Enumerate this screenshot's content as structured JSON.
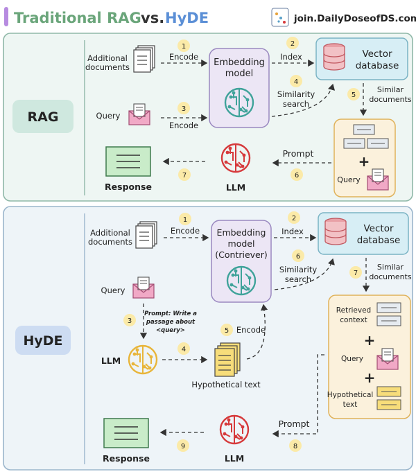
{
  "header": {
    "title_left": "Traditional RAG",
    "title_vs": "vs.",
    "title_right": "HyDE",
    "brand": "join.DailyDoseofDS.com"
  },
  "rag": {
    "label": "RAG",
    "additional_docs": [
      "Additional",
      "documents"
    ],
    "query": "Query",
    "encode1": "Encode",
    "encode3": "Encode",
    "embedding": [
      "Embedding",
      "model"
    ],
    "index": "Index",
    "vector_db": [
      "Vector",
      "database"
    ],
    "similarity": [
      "Similarity",
      "search"
    ],
    "similar_docs": [
      "Similar",
      "documents"
    ],
    "prompt": "Prompt",
    "response": "Response",
    "llm": "LLM",
    "query_in_box": "Query",
    "steps": [
      "1",
      "2",
      "3",
      "4",
      "5",
      "6",
      "7"
    ]
  },
  "hyde": {
    "label": "HyDE",
    "additional_docs": [
      "Additional",
      "documents"
    ],
    "query": "Query",
    "encode1": "Encode",
    "embedding": [
      "Embedding",
      "model",
      "(Contriever)"
    ],
    "index": "Index",
    "vector_db": [
      "Vector",
      "database"
    ],
    "similarity": [
      "Similarity",
      "search"
    ],
    "similar_docs": [
      "Similar",
      "documents"
    ],
    "prompt_note": [
      "Prompt: Write a",
      "passage about",
      "<query>"
    ],
    "llm_left": "LLM",
    "hypothetical_text": "Hypothetical text",
    "encode5": "Encode",
    "retrieved_context": [
      "Retrieved",
      "context"
    ],
    "query_in_box": "Query",
    "hypothetical_in_box": [
      "Hypothetical",
      "text"
    ],
    "prompt": "Prompt",
    "response": "Response",
    "llm": "LLM",
    "steps": [
      "1",
      "2",
      "3",
      "4",
      "5",
      "6",
      "7",
      "8",
      "9"
    ]
  },
  "colors": {
    "panel_bg": "#eef6f3",
    "panel_border": "#8fb8a8",
    "rag_label_bg": "#cfe8df",
    "hyde_label_bg": "#cddcf2",
    "embed_bg": "#ece6f5",
    "embed_border": "#9a88c0",
    "vector_bg": "#d7eef5",
    "vector_border": "#7ab3c4",
    "context_bg": "#fbf1dc",
    "context_border": "#e0b25a",
    "badge_bg": "#fbeaa8",
    "llm_red": "#d6393b",
    "llm_yellow": "#e8b53a",
    "response_green": "#c9ecc9",
    "title_green": "#6aa57a",
    "title_blue": "#5b8fd6"
  }
}
